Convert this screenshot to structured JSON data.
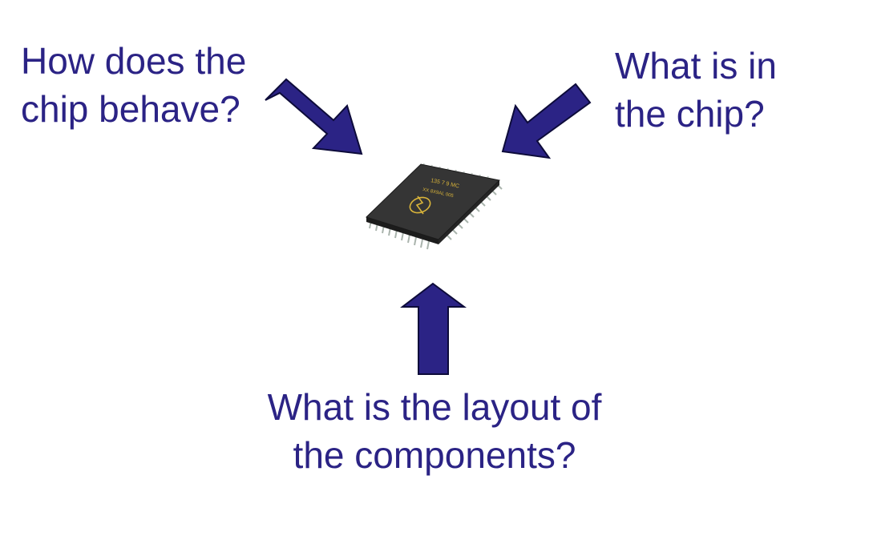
{
  "questions": {
    "behave": {
      "line1": "How does the",
      "line2": "chip behave?"
    },
    "inside": {
      "line1": "What is in",
      "line2": "the chip?"
    },
    "layout": {
      "line1": "What is the layout of",
      "line2": "the components?"
    }
  },
  "chip": {
    "marking_line1": "135 7 9 MC",
    "marking_line2": "XX 8X9AL 005"
  },
  "colors": {
    "text": "#2b2385",
    "arrow_fill": "#2b2385",
    "arrow_stroke": "#0d0b3a",
    "chip_body": "#2a2a2a",
    "chip_pins": "#b9c3bc",
    "chip_marking": "#d9b43a"
  }
}
